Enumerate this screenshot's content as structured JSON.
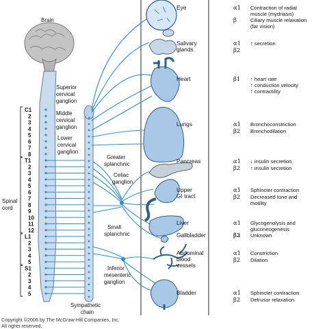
{
  "labels": {
    "brain": "Brain",
    "spinal_cord": [
      "Spinal",
      "cord"
    ],
    "superior_cervical": [
      "Superior",
      "cervical",
      "ganglion"
    ],
    "middle_cervical": [
      "Middle",
      "cervical",
      "ganglion"
    ],
    "lower_cervical": [
      "Lower",
      "cervical",
      "ganglion"
    ],
    "greater_splanchnic": [
      "Greater",
      "splanchnic"
    ],
    "celiac": [
      "Celiac",
      "ganglion"
    ],
    "small_splanchnic": [
      "Small",
      "splanchnic"
    ],
    "inferior_mesenteric": [
      "Inferior",
      "mesenteric",
      "ganglion"
    ],
    "sympathetic_chain": [
      "Sympathetic",
      "chain"
    ]
  },
  "segments": [
    "C1",
    "2",
    "3",
    "4",
    "5",
    "6",
    "7",
    "8",
    "T1",
    "2",
    "3",
    "4",
    "5",
    "6",
    "7",
    "8",
    "9",
    "10",
    "11",
    "12",
    "L1",
    "2",
    "3",
    "4",
    "5",
    "S1",
    "2",
    "3",
    "4",
    "5"
  ],
  "organs": [
    {
      "name": [
        "Eye"
      ],
      "receptors": [
        "α1",
        "β"
      ],
      "effects": [
        [
          "Contraction of radial",
          "muscle (mydriasis)"
        ],
        [
          "Ciliary muscle relaxation",
          "(far vision)"
        ]
      ]
    },
    {
      "name": [
        "Salivary",
        "glands"
      ],
      "receptors": [
        "α1",
        "β2"
      ],
      "effects": [
        [
          "↑ secretion"
        ],
        []
      ]
    },
    {
      "name": [
        "Heart"
      ],
      "receptors": [
        "β1"
      ],
      "effects": [
        [
          "↑ heart rate",
          "↑ conduction velocity",
          "↑ contractility"
        ]
      ]
    },
    {
      "name": [
        "Lungs"
      ],
      "receptors": [
        "α1",
        "β2"
      ],
      "effects": [
        [
          "Bronchoconstriction"
        ],
        [
          "Bronchodilation"
        ]
      ]
    },
    {
      "name": [
        "Pancreas"
      ],
      "receptors": [
        "α1",
        "β2"
      ],
      "effects": [
        [
          "↓ insulin secretion"
        ],
        [
          "↑ insulin secretion"
        ]
      ]
    },
    {
      "name": [
        "Upper",
        "GI tract"
      ],
      "receptors": [
        "α1",
        "β2"
      ],
      "effects": [
        [
          "Sphincter contraction"
        ],
        [
          "Decreased tone and",
          "motility"
        ]
      ]
    },
    {
      "name": [
        "Liver"
      ],
      "receptors": [
        "α1",
        "β2"
      ],
      "effects": [
        [
          "Glycogenolysis and",
          "gluconeogenesis"
        ],
        []
      ]
    },
    {
      "name": [
        "Gallbladder"
      ],
      "receptors": [
        "β3"
      ],
      "effects": [
        [
          "Unknown"
        ]
      ]
    },
    {
      "name": [
        "Abdominal",
        "blood",
        "vessels"
      ],
      "receptors": [
        "α1",
        "β2"
      ],
      "effects": [
        [
          "Constriction"
        ],
        [
          "Dilation"
        ]
      ]
    },
    {
      "name": [
        "Bladder"
      ],
      "receptors": [
        "α1",
        "β2"
      ],
      "effects": [
        [
          "Sphincter contraction"
        ],
        [
          "Detrusor relaxation"
        ]
      ]
    }
  ],
  "copyright": [
    "Copyright ©2006 by The McGraw-Hill Companies, Inc.",
    "All rights reserved."
  ],
  "colors": {
    "nerve": "#2a8fd0",
    "organ_fill": "#a9c8e6",
    "cord_fill": "#c9dcef",
    "brain": "#bdbdbd"
  }
}
